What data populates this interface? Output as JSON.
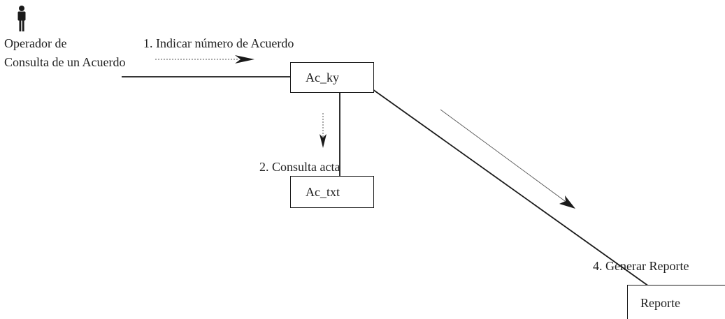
{
  "actor": {
    "name_line1": "Operador de",
    "name_line2": "Consulta de un Acuerdo",
    "icon": "person-icon"
  },
  "objects": {
    "ac_ky": "Ac_ky",
    "ac_txt": "Ac_txt",
    "reporte": "Reporte"
  },
  "messages": {
    "m1": "1.  Indicar  número de Acuerdo",
    "m2": "2. Consulta acta",
    "m4": "4. Generar Reporte"
  },
  "colors": {
    "line": "#1a1a1a",
    "dashed_arrow": "#555555"
  }
}
